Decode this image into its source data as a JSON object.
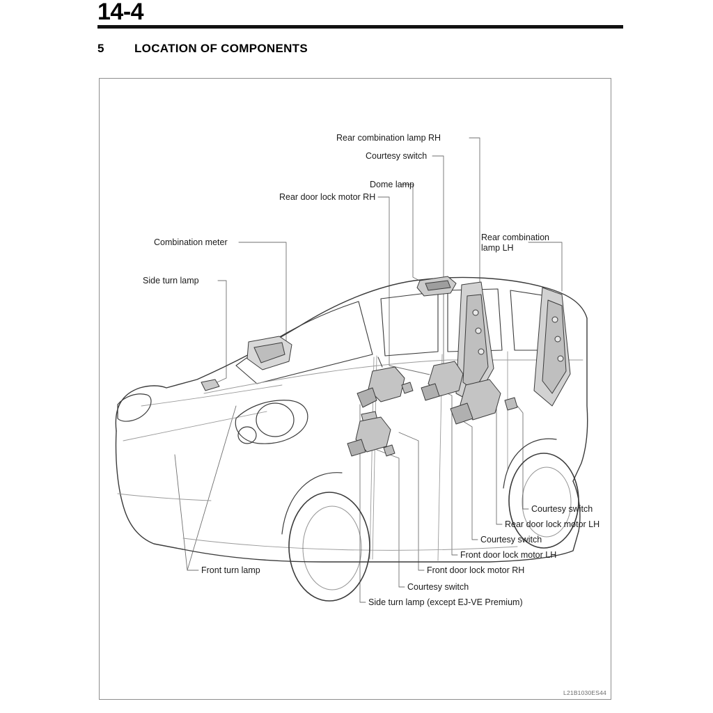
{
  "page": {
    "number": "14-4",
    "section_number": "5",
    "section_title": "LOCATION OF COMPONENTS"
  },
  "diagram": {
    "drawing_code": "L21B1030ES44",
    "subject": "vehicle-component-location-cutaway",
    "callouts": [
      {
        "id": "rear-combination-lamp-rh",
        "label": "Rear combination lamp RH"
      },
      {
        "id": "courtesy-switch-top",
        "label": "Courtesy switch"
      },
      {
        "id": "dome-lamp",
        "label": "Dome lamp"
      },
      {
        "id": "rear-door-lock-motor-rh",
        "label": "Rear door lock motor RH"
      },
      {
        "id": "rear-combination-lamp-lh",
        "label": "Rear combination\nlamp LH"
      },
      {
        "id": "combination-meter",
        "label": "Combination meter"
      },
      {
        "id": "side-turn-lamp",
        "label": "Side turn lamp"
      },
      {
        "id": "courtesy-switch-right",
        "label": "Courtesy switch"
      },
      {
        "id": "rear-door-lock-motor-lh",
        "label": "Rear door lock motor LH"
      },
      {
        "id": "courtesy-switch-mid",
        "label": "Courtesy switch"
      },
      {
        "id": "front-door-lock-motor-lh",
        "label": "Front door lock motor LH"
      },
      {
        "id": "front-door-lock-motor-rh",
        "label": "Front door lock motor RH"
      },
      {
        "id": "courtesy-switch-bottom",
        "label": "Courtesy switch"
      },
      {
        "id": "side-turn-lamp-except",
        "label": "Side turn lamp (except EJ-VE Premium)"
      },
      {
        "id": "front-turn-lamp",
        "label": "Front turn lamp"
      }
    ]
  },
  "colors": {
    "ink": "#1a1a1a",
    "rule": "#111111",
    "frame": "#8d8d8d",
    "leader": "#6f6f6f",
    "body_outline": "#3a3a3a",
    "body_detail": "#9a9a9a",
    "part_fill": "#cfcfcf",
    "code_text": "#6a6a6a"
  }
}
